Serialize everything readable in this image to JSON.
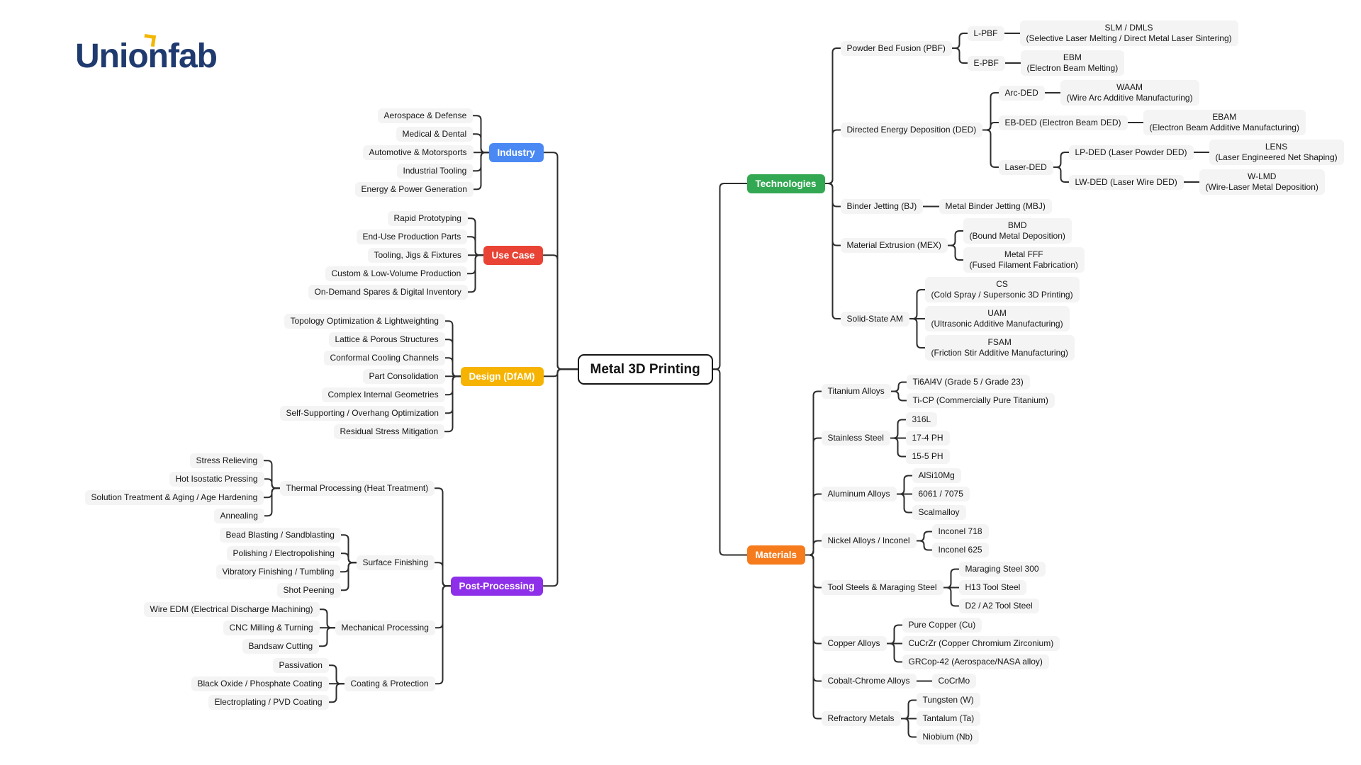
{
  "logo": {
    "text": "Unionfab",
    "color": "#1f3a6e",
    "accent_color": "#f2b705"
  },
  "theme": {
    "background": "#ffffff",
    "line_color": "#2d2d2d",
    "leaf_bg": "#f4f4f5",
    "leaf_text": "#161616",
    "root_bg": "#ffffff",
    "root_border": "#141414"
  },
  "root": {
    "label": "Metal 3D Printing"
  },
  "left_branches": [
    {
      "label": "Industry",
      "color": "#4a89f3",
      "children": [
        {
          "label": "Aerospace & Defense"
        },
        {
          "label": "Medical & Dental"
        },
        {
          "label": "Automotive & Motorsports"
        },
        {
          "label": "Industrial Tooling"
        },
        {
          "label": "Energy & Power Generation"
        }
      ]
    },
    {
      "label": "Use Case",
      "color": "#e84334",
      "children": [
        {
          "label": "Rapid Prototyping"
        },
        {
          "label": "End-Use Production Parts"
        },
        {
          "label": "Tooling, Jigs & Fixtures"
        },
        {
          "label": "Custom & Low-Volume Production"
        },
        {
          "label": "On-Demand Spares & Digital Inventory"
        }
      ]
    },
    {
      "label": "Design (DfAM)",
      "color": "#f6b301",
      "children": [
        {
          "label": "Topology Optimization & Lightweighting"
        },
        {
          "label": "Lattice & Porous Structures"
        },
        {
          "label": "Conformal Cooling Channels"
        },
        {
          "label": "Part Consolidation"
        },
        {
          "label": "Complex Internal Geometries"
        },
        {
          "label": "Self-Supporting / Overhang Optimization"
        },
        {
          "label": "Residual Stress Mitigation"
        }
      ]
    },
    {
      "label": "Post-Processing",
      "color": "#8e30e9",
      "children": [
        {
          "label": "Thermal Processing (Heat Treatment)",
          "children": [
            {
              "label": "Stress Relieving"
            },
            {
              "label": "Hot Isostatic Pressing"
            },
            {
              "label": "Solution Treatment & Aging / Age Hardening"
            },
            {
              "label": "Annealing"
            }
          ]
        },
        {
          "label": "Surface Finishing",
          "children": [
            {
              "label": "Bead Blasting / Sandblasting"
            },
            {
              "label": "Polishing / Electropolishing"
            },
            {
              "label": "Vibratory Finishing / Tumbling"
            },
            {
              "label": "Shot Peening"
            }
          ]
        },
        {
          "label": "Mechanical Processing",
          "children": [
            {
              "label": "Wire EDM (Electrical Discharge Machining)"
            },
            {
              "label": "CNC Milling & Turning"
            },
            {
              "label": "Bandsaw Cutting"
            }
          ]
        },
        {
          "label": "Coating & Protection",
          "children": [
            {
              "label": "Passivation"
            },
            {
              "label": "Black Oxide / Phosphate Coating"
            },
            {
              "label": "Electroplating / PVD Coating"
            }
          ]
        }
      ]
    }
  ],
  "right_branches": [
    {
      "label": "Technologies",
      "color": "#33a852",
      "children": [
        {
          "label": "Powder Bed Fusion (PBF)",
          "children": [
            {
              "label": "L-PBF",
              "children": [
                {
                  "label": "SLM / DMLS",
                  "sub": "(Selective Laser Melting / Direct Metal Laser Sintering)"
                }
              ]
            },
            {
              "label": "E-PBF",
              "children": [
                {
                  "label": "EBM",
                  "sub": "(Electron Beam Melting)"
                }
              ]
            }
          ]
        },
        {
          "label": "Directed Energy Deposition (DED)",
          "children": [
            {
              "label": "Arc-DED",
              "children": [
                {
                  "label": "WAAM",
                  "sub": "(Wire Arc Additive Manufacturing)"
                }
              ]
            },
            {
              "label": "EB-DED (Electron Beam DED)",
              "children": [
                {
                  "label": "EBAM",
                  "sub": "(Electron Beam Additive Manufacturing)"
                }
              ]
            },
            {
              "label": "Laser-DED",
              "children": [
                {
                  "label": "LP-DED (Laser Powder DED)",
                  "children": [
                    {
                      "label": "LENS",
                      "sub": "(Laser Engineered Net Shaping)"
                    }
                  ]
                },
                {
                  "label": "LW-DED (Laser Wire DED)",
                  "children": [
                    {
                      "label": "W-LMD",
                      "sub": "(Wire-Laser Metal Deposition)"
                    }
                  ]
                }
              ]
            }
          ]
        },
        {
          "label": "Binder Jetting (BJ)",
          "children": [
            {
              "label": "Metal Binder Jetting (MBJ)"
            }
          ]
        },
        {
          "label": "Material Extrusion (MEX)",
          "children": [
            {
              "label": "BMD",
              "sub": "(Bound Metal Deposition)"
            },
            {
              "label": "Metal FFF",
              "sub": "(Fused Filament Fabrication)"
            }
          ]
        },
        {
          "label": "Solid-State AM",
          "children": [
            {
              "label": "CS",
              "sub": "(Cold Spray / Supersonic 3D Printing)"
            },
            {
              "label": "UAM",
              "sub": "(Ultrasonic Additive Manufacturing)"
            },
            {
              "label": "FSAM",
              "sub": "(Friction Stir Additive Manufacturing)"
            }
          ]
        }
      ]
    },
    {
      "label": "Materials",
      "color": "#f57b1c",
      "children": [
        {
          "label": "Titanium Alloys",
          "children": [
            {
              "label": "Ti6Al4V (Grade 5 / Grade 23)"
            },
            {
              "label": "Ti-CP (Commercially Pure Titanium)"
            }
          ]
        },
        {
          "label": "Stainless Steel",
          "children": [
            {
              "label": "316L"
            },
            {
              "label": "17-4 PH"
            },
            {
              "label": "15-5 PH"
            }
          ]
        },
        {
          "label": "Aluminum Alloys",
          "children": [
            {
              "label": "AlSi10Mg"
            },
            {
              "label": "6061 / 7075"
            },
            {
              "label": "Scalmalloy"
            }
          ]
        },
        {
          "label": "Nickel Alloys / Inconel",
          "children": [
            {
              "label": "Inconel 718"
            },
            {
              "label": "Inconel 625"
            }
          ]
        },
        {
          "label": "Tool Steels & Maraging Steel",
          "children": [
            {
              "label": "Maraging Steel 300"
            },
            {
              "label": "H13 Tool Steel"
            },
            {
              "label": "D2 / A2 Tool Steel"
            }
          ]
        },
        {
          "label": "Copper Alloys",
          "children": [
            {
              "label": "Pure Copper (Cu)"
            },
            {
              "label": "CuCrZr (Copper Chromium Zirconium)"
            },
            {
              "label": "GRCop-42 (Aerospace/NASA alloy)"
            }
          ]
        },
        {
          "label": "Cobalt-Chrome Alloys",
          "children": [
            {
              "label": "CoCrMo"
            }
          ]
        },
        {
          "label": "Refractory Metals",
          "children": [
            {
              "label": "Tungsten (W)"
            },
            {
              "label": "Tantalum (Ta)"
            },
            {
              "label": "Niobium (Nb)"
            }
          ]
        }
      ]
    }
  ]
}
